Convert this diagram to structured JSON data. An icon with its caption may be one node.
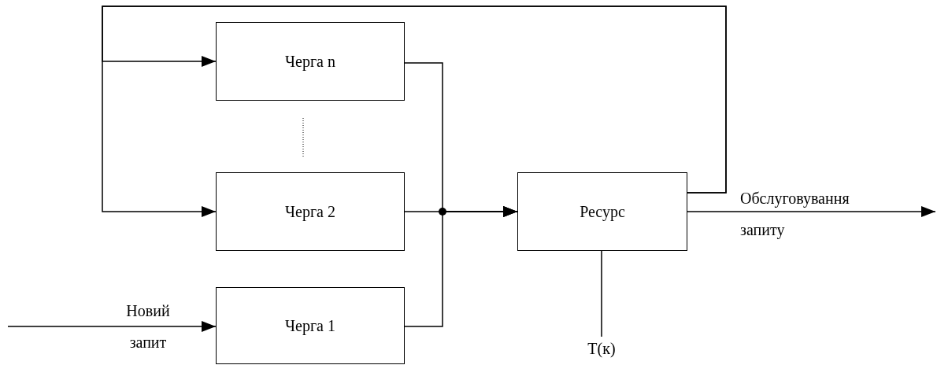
{
  "diagram": {
    "nodes": [
      {
        "text": [
          "Черга n"
        ]
      },
      {
        "text": [
          "Черга 2"
        ]
      },
      {
        "text": [
          "Черга 1"
        ]
      },
      {
        "text": [
          "Ресурс"
        ]
      },
      {
        "text": [
          "T(к)"
        ]
      }
    ],
    "edges": [
      {
        "from": null,
        "to": 2,
        "arrow": "to",
        "label": "Новий запит"
      },
      {
        "from": 0,
        "to": 3,
        "arrow": "to"
      },
      {
        "from": 1,
        "to": 3,
        "arrow": "to"
      },
      {
        "from": 2,
        "to": 3,
        "arrow": "to"
      },
      {
        "from": 3,
        "to": 0,
        "arrow": "to"
      },
      {
        "from": 3,
        "to": 1,
        "arrow": "to"
      },
      {
        "from": 3,
        "to": null,
        "arrow": "to",
        "label": "Обслуговування запиту"
      },
      {
        "from": 3,
        "to": 4,
        "arrow": "none"
      }
    ]
  }
}
